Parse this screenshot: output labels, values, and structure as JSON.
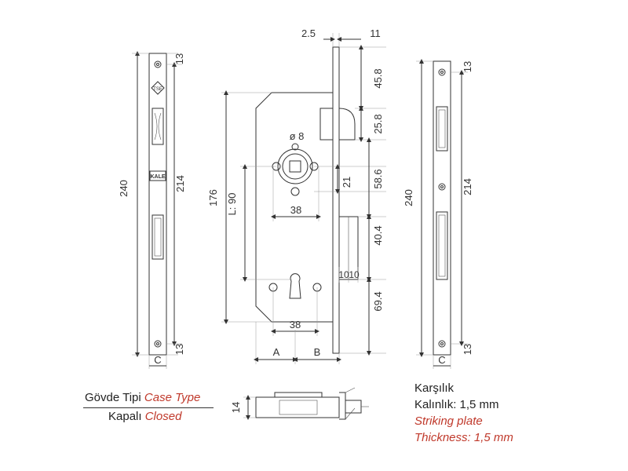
{
  "dims": {
    "front_height_240": "240",
    "front_height_214": "214",
    "front_top_13": "13",
    "front_bottom_13": "13",
    "front_c": "C",
    "front_brand": "KALE",
    "front_logo": "TSE",
    "top_2_5": "2.5",
    "top_11": "11",
    "right_45_8": "45.8",
    "right_25_8": "25.8",
    "diam_8": "ø 8",
    "right_21": "21",
    "right_58_6": "58.6",
    "bottom_38_a": "38",
    "right_40_4": "40.4",
    "ten_a": "10",
    "ten_b": "10",
    "left_176": "176",
    "left_l90": "L: 90",
    "bottom_38_b": "38",
    "right_69_4": "69.4",
    "a": "A",
    "b": "B",
    "plate_height_240": "240",
    "plate_height_214": "214",
    "plate_top_13": "13",
    "plate_bottom_13": "13",
    "plate_c": "C",
    "bottom_14": "14"
  },
  "captions": {
    "case_type_tr": "Gövde Tipi",
    "case_type_en": "Case Type",
    "closed_tr": "Kapalı",
    "closed_en": "Closed",
    "striking_tr_1": "Karşılık",
    "striking_tr_2": "Kalınlık: 1,5 mm",
    "striking_en_1": "Striking plate",
    "striking_en_2": "Thickness: 1,5 mm"
  },
  "colors": {
    "line": "#333333",
    "accent_red": "#c0392b"
  }
}
